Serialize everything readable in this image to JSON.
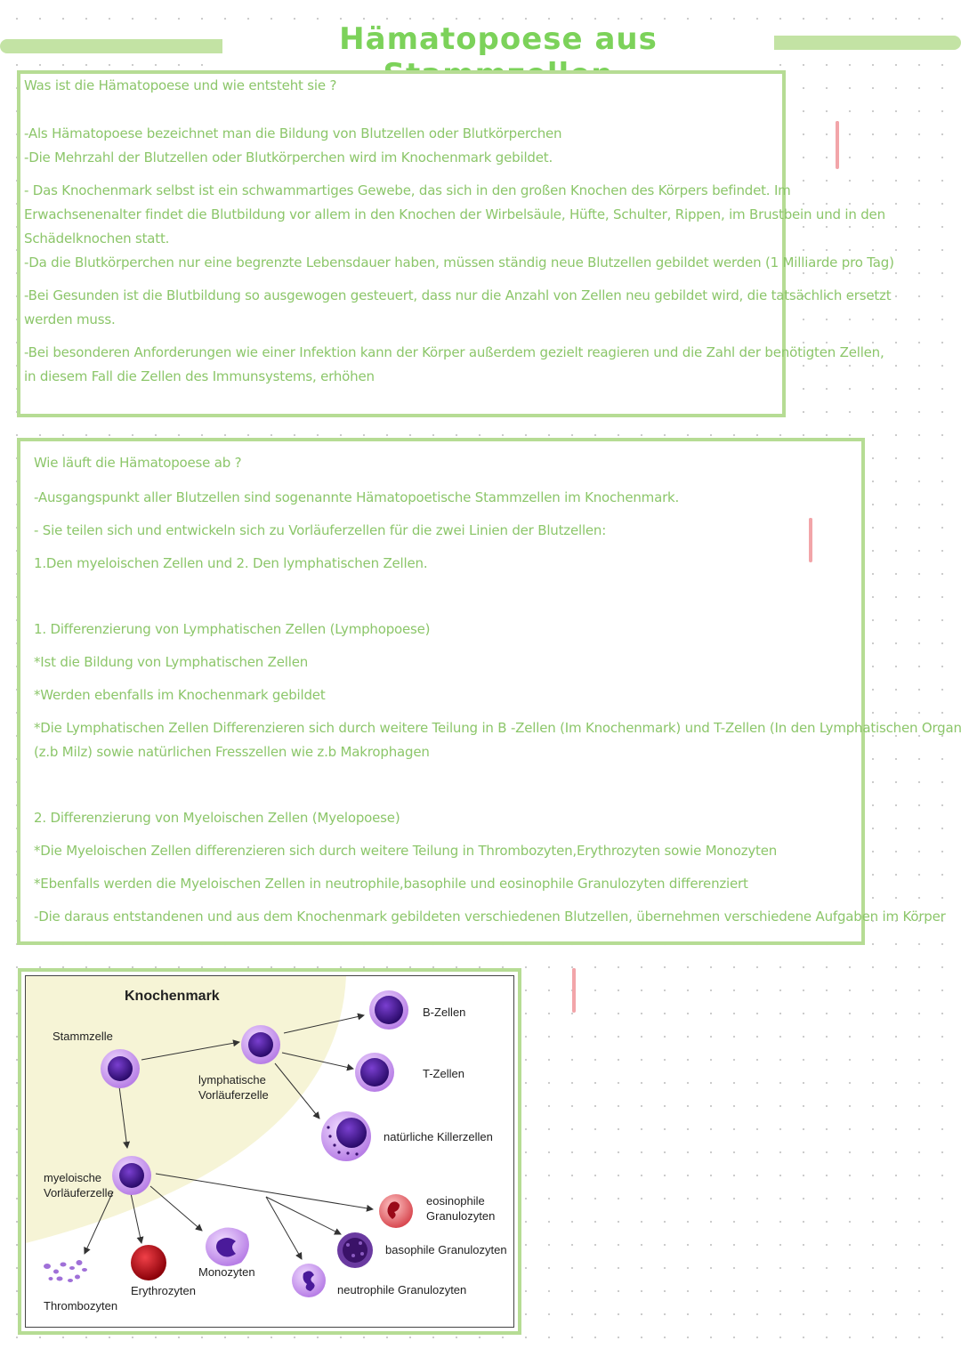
{
  "title": "Hämatopoese aus Stammzellen",
  "section1": {
    "lines": [
      "Was ist die Hämatopoese und wie entsteht sie ?",
      "-Als Hämatopoese bezeichnet man die Bildung von Blutzellen oder Blutkörperchen",
      "-Die Mehrzahl der Blutzellen oder Blutkörperchen wird im Knochenmark gebildet.",
      "- Das Knochenmark selbst ist ein schwammartiges Gewebe, das sich in den großen Knochen des Körpers befindet. Im",
      "Erwachsenenalter findet die Blutbildung vor allem in den Knochen der Wirbelsäule, Hüfte, Schulter, Rippen, im Brustbein und in den",
      "Schädelknochen statt.",
      "-Da die Blutkörperchen nur eine begrenzte Lebensdauer haben, müssen ständig neue Blutzellen gebildet werden (1 Milliarde pro Tag)",
      "-Bei Gesunden ist die Blutbildung so ausgewogen gesteuert, dass nur die Anzahl von Zellen neu gebildet wird, die tatsächlich ersetzt",
      "werden muss.",
      "-Bei besonderen Anforderungen wie einer Infektion kann der Körper außerdem gezielt reagieren und die Zahl der benötigten Zellen,",
      "in diesem Fall die Zellen des Immunsystems, erhöhen"
    ]
  },
  "section2": {
    "lines": [
      "Wie läuft die Hämatopoese ab ?",
      "-Ausgangspunkt aller Blutzellen sind sogenannte Hämatopoetische Stammzellen im Knochenmark.",
      "- Sie teilen sich und entwickeln sich zu Vorläuferzellen für die zwei Linien der Blutzellen:",
      "1.Den myeloischen Zellen und 2. Den lymphatischen Zellen.",
      "1. Differenzierung von Lymphatischen Zellen (Lymphopoese)",
      "*Ist die Bildung von Lymphatischen Zellen",
      "*Werden ebenfalls im Knochenmark gebildet",
      "*Die Lymphatischen Zellen Differenzieren sich durch weitere Teilung in B -Zellen (Im Knochenmark) und T-Zellen (In den Lymphatischen Organen.",
      "(z.b Milz) sowie natürlichen Fresszellen wie z.b Makrophagen",
      "2. Differenzierung von Myeloischen Zellen (Myelopoese)",
      "*Die Myeloischen Zellen differenzieren sich durch weitere Teilung in Thrombozyten,Erythrozyten sowie Monozyten",
      "*Ebenfalls werden die Myeloischen Zellen in neutrophile,basophile und eosinophile Granulozyten differenziert",
      "-Die daraus entstandenen und aus dem Knochenmark gebildeten verschiedenen Blutzellen, übernehmen verschiedene Aufgaben im Körper"
    ]
  },
  "diagram": {
    "region_label": "Knochenmark",
    "labels": {
      "stammzelle": "Stammzelle",
      "lymph1": "lymphatische",
      "lymph2": "Vorläuferzelle",
      "myelo1": "myeloische",
      "myelo2": "Vorläuferzelle",
      "bzellen": "B-Zellen",
      "tzellen": "T-Zellen",
      "nk": "natürliche Killerzellen",
      "eos1": "eosinophile",
      "eos2": "Granulozyten",
      "baso": "basophile Granulozyten",
      "neutro": "neutrophile Granulozyten",
      "mono": "Monozyten",
      "ery": "Erythrozyten",
      "thrombo": "Thrombozyten"
    },
    "colors": {
      "marrow": "#f6f4d6",
      "cell_outer": "#cf9ff0",
      "cell_nucleus": "#4a1a9a",
      "erythrocyte": "#c8141c",
      "eosinophil": "#e05a60",
      "basophil": "#5a2a8a"
    }
  },
  "colors": {
    "accent_green": "#7cd25a",
    "text_green": "#8cc66a",
    "border_green": "#b6dc94",
    "mark_pink": "#f2a5a9"
  }
}
